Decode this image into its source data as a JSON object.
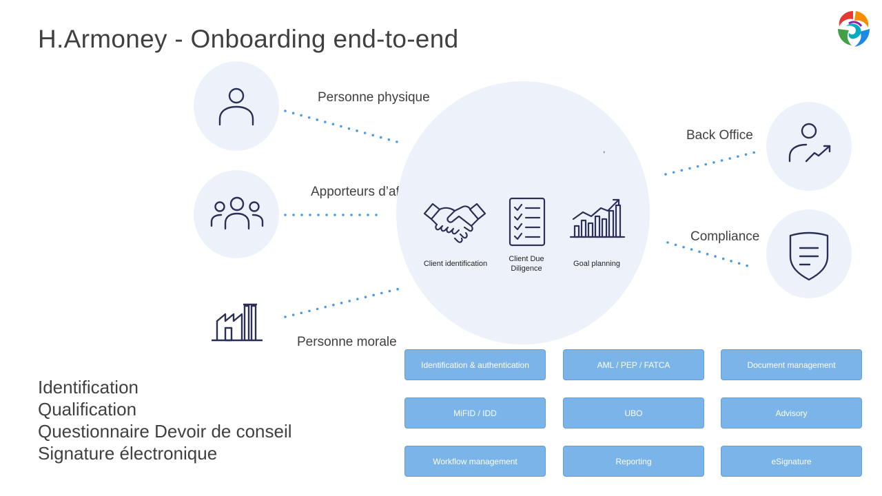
{
  "title": "H.Armoney - Onboarding end-to-end",
  "colors": {
    "circle_fill": "#edf2fa",
    "icon_stroke": "#2a2f56",
    "dot_color": "#4a9be3",
    "pill_fill": "#7ab4e8",
    "pill_text": "#ffffff"
  },
  "left_nodes": [
    {
      "label": "Personne physique",
      "icon": "person-icon"
    },
    {
      "label": "Apporteurs d’affaires",
      "icon": "group-icon"
    },
    {
      "label": "Personne morale",
      "icon": "factory-icon"
    }
  ],
  "center": {
    "steps": [
      {
        "label": "Client identification",
        "icon": "handshake-icon"
      },
      {
        "label": "Client Due Diligence",
        "icon": "checklist-icon"
      },
      {
        "label": "Goal planning",
        "icon": "growth-chart-icon"
      }
    ],
    "mark": ","
  },
  "right_nodes": [
    {
      "label": "Back Office",
      "icon": "person-growth-icon"
    },
    {
      "label": "Compliance",
      "icon": "shield-icon"
    }
  ],
  "features": [
    "Identification & authentication",
    "AML / PEP / FATCA",
    "Document management",
    "MiFID / IDD",
    "UBO",
    "Advisory",
    "Workflow management",
    "Reporting",
    "eSignature"
  ],
  "bottom_list": [
    "Identification",
    "Qualification",
    "Questionnaire Devoir de conseil",
    "Signature électronique"
  ]
}
